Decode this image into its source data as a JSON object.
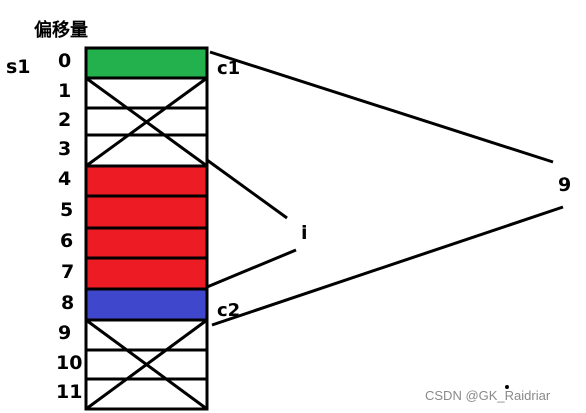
{
  "title": "偏移量",
  "array_name": "s1",
  "offsets": [
    "0",
    "1",
    "2",
    "3",
    "4",
    "5",
    "6",
    "7",
    "8",
    "9",
    "10",
    "11"
  ],
  "cells": [
    {
      "fill": "#22b14c",
      "crossed": false
    },
    {
      "fill": "#ffffff",
      "crossed": true
    },
    {
      "fill": "#ffffff",
      "crossed": true
    },
    {
      "fill": "#ffffff",
      "crossed": true
    },
    {
      "fill": "#ed1c24",
      "crossed": false
    },
    {
      "fill": "#ed1c24",
      "crossed": false
    },
    {
      "fill": "#ed1c24",
      "crossed": false
    },
    {
      "fill": "#ed1c24",
      "crossed": false
    },
    {
      "fill": "#3f48cc",
      "crossed": false
    },
    {
      "fill": "#ffffff",
      "crossed": true
    },
    {
      "fill": "#ffffff",
      "crossed": true
    },
    {
      "fill": "#ffffff",
      "crossed": true
    }
  ],
  "pointers": {
    "c1": "c1",
    "c2": "c2"
  },
  "annotations": {
    "i": "i",
    "nine": "9"
  },
  "watermark": "CSDN @GK_Raidriar",
  "colors": {
    "stroke": "#000000",
    "green": "#22b14c",
    "red": "#ed1c24",
    "blue": "#3f48cc"
  }
}
